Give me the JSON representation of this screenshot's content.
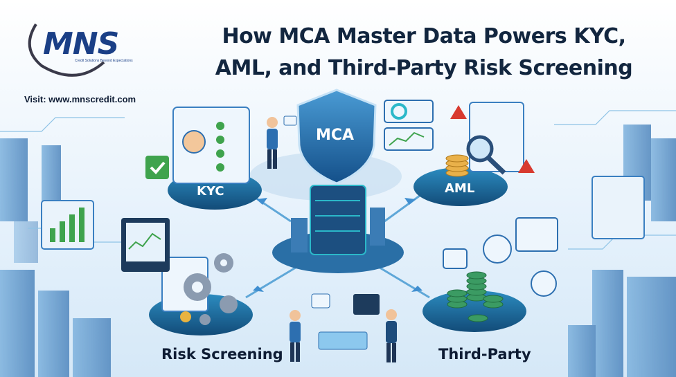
{
  "title": {
    "line1": "How MCA Master Data Powers KYC,",
    "line2": "AML, and Third-Party Risk Screening"
  },
  "logo": {
    "text": "MNS",
    "tagline": "Credit Solutions Beyond Expectations"
  },
  "visit": "Visit: www.mnscredit.com",
  "center": {
    "shield_label": "MCA"
  },
  "platforms": {
    "kyc": "KYC",
    "aml": "AML",
    "risk": "Risk Screening",
    "third": "Third-Party"
  },
  "colors": {
    "title": "#12263f",
    "brand": "#1a3f86",
    "platform": "#1d5f8f",
    "accent_teal": "#2bb8c9",
    "check_green": "#3fa34d",
    "coin": "#3b9b63",
    "warning": "#d83a2f"
  }
}
